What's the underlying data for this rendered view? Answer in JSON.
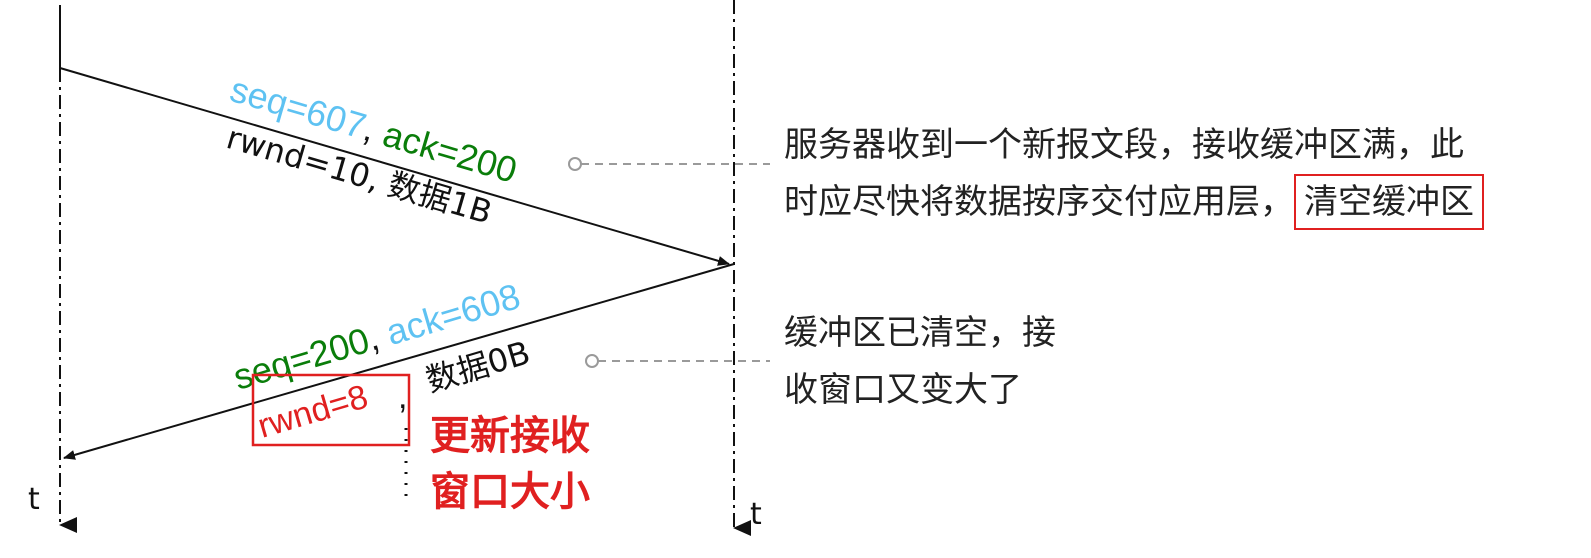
{
  "colors": {
    "blue": "#5ec2f2",
    "green": "#0a7d0a",
    "red": "#e02020",
    "line": "#111111",
    "leader": "#9a9a9a"
  },
  "time_label": "t",
  "message1": {
    "seq": "seq=607",
    "comma": ",",
    "ack": "ack=200",
    "line2": "rwnd=10, 数据1B"
  },
  "message2": {
    "seq": "seq=200",
    "comma": ",",
    "ack": "ack=608",
    "data": "数据0B",
    "rwnd": "rwnd=8",
    "rwnd_comma": ","
  },
  "note1": {
    "line1": "服务器收到一个新报文段，接收缓冲区满，此",
    "line2_prefix": "时应尽快将数据按序交付应用层，",
    "highlight": "清空缓冲区"
  },
  "note2": {
    "line1": "缓冲区已清空，接",
    "line2": "收窗口又变大了"
  },
  "update_label": {
    "line1": "更新接收",
    "line2": "窗口大小"
  }
}
